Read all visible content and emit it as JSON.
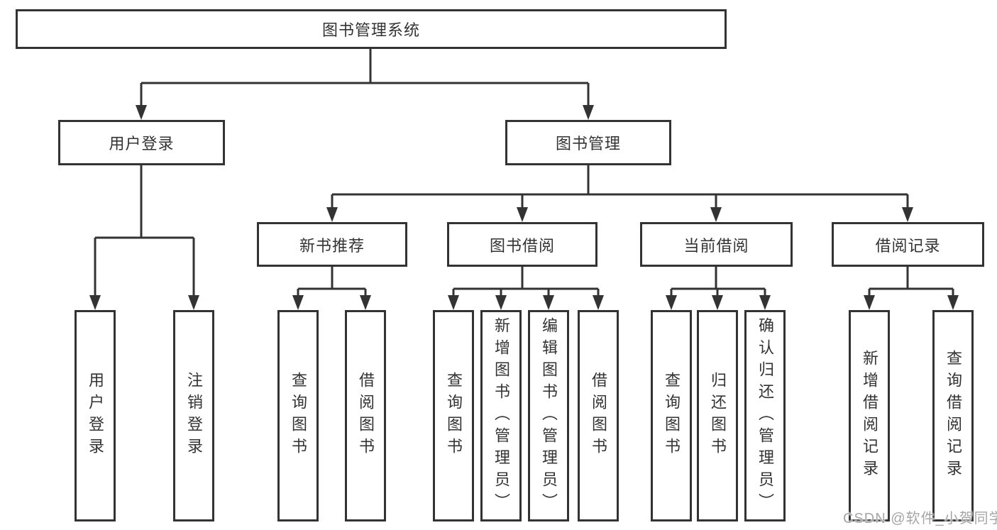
{
  "tree": {
    "root": {
      "label": "图书管理系统"
    },
    "branches": [
      {
        "label": "用户登录",
        "children": [
          {
            "label": "用户登录"
          },
          {
            "label": "注销登录"
          }
        ]
      },
      {
        "label": "图书管理",
        "children": [
          {
            "label": "新书推荐",
            "children": [
              {
                "label": "查询图书"
              },
              {
                "label": "借阅图书"
              }
            ]
          },
          {
            "label": "图书借阅",
            "children": [
              {
                "label": "查询图书"
              },
              {
                "label": "新增图书（管理员）"
              },
              {
                "label": "编辑图书（管理员）"
              },
              {
                "label": "借阅图书"
              }
            ]
          },
          {
            "label": "当前借阅",
            "children": [
              {
                "label": "查询图书"
              },
              {
                "label": "归还图书"
              },
              {
                "label": "确认归还（管理员）"
              }
            ]
          },
          {
            "label": "借阅记录",
            "children": [
              {
                "label": "新增借阅记录"
              },
              {
                "label": "查询借阅记录"
              }
            ]
          }
        ]
      }
    ]
  },
  "watermark": {
    "text": "CSDN @软件_小贺同学"
  },
  "colors": {
    "line": "#333333",
    "text": "#333333",
    "background": "#ffffff",
    "watermark": "#a6a6a6"
  }
}
